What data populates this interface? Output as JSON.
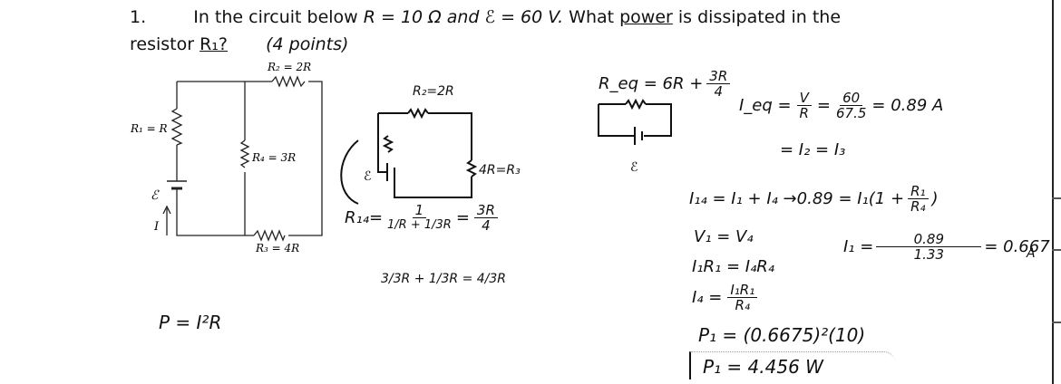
{
  "question": {
    "number": "1.",
    "text_before": "In the circuit below",
    "text_cond": "R = 10 Ω  and  ℰ = 60 V.",
    "text_ask_1": "What",
    "text_ask_power": "power",
    "text_ask_2": "is dissipated in the",
    "line2_resistor": "resistor",
    "line2_r1": "R₁?",
    "points": "(4 points)"
  },
  "circuit_labels": {
    "r2": "R₂ = 2R",
    "r1": "R₁ = R",
    "r4": "R₄ = 3R",
    "r3": "R₃ = 4R",
    "emf": "ℰ",
    "current": "I"
  },
  "work": {
    "diag_r2": "R₂=2R",
    "diag_emf": "ℰ",
    "diag_r3": "4R=R₃",
    "r14_label": "R₁₄=",
    "r14_num": "1",
    "r14_den": "1/R + 1/3R",
    "r14_eq": "=",
    "r14_res_num": "3R",
    "r14_res_den": "4",
    "sum_line": "3/3R + 1/3R = 4/3R",
    "req_label": "R_eq = 6R +",
    "req_frac_num": "3R",
    "req_frac_den": "4",
    "emf2": "ℰ",
    "ieq_label": "I_eq =",
    "ieq_f1_num": "V",
    "ieq_f1_den": "R",
    "ieq_eq": "=",
    "ieq_f2_num": "60",
    "ieq_f2_den": "67.5",
    "ieq_result": "= 0.89 A",
    "ieq_line2": "= I₂ = I₃",
    "i14_line": "I₁₄ = I₁ + I₄  →0.89 = I₁(1 +",
    "i14_frac_num": "R₁",
    "i14_frac_den": "R₄",
    "i14_close": ")",
    "v_line": "V₁ = V₄",
    "i1_label": "I₁ =",
    "i1_num": "0.89",
    "i1_den": "1.33",
    "i1_result": "= 0.667",
    "i1_unit": "A",
    "ir_line": "I₁R₁ = I₄R₄",
    "i4_label": "I₄ =",
    "i4_num": "I₁R₁",
    "i4_den": "R₄",
    "p1_line": "P₁ = (0.6675)²(10)",
    "p1_final": "P₁ = 4.456 W",
    "p_formula": "P = I²R"
  }
}
